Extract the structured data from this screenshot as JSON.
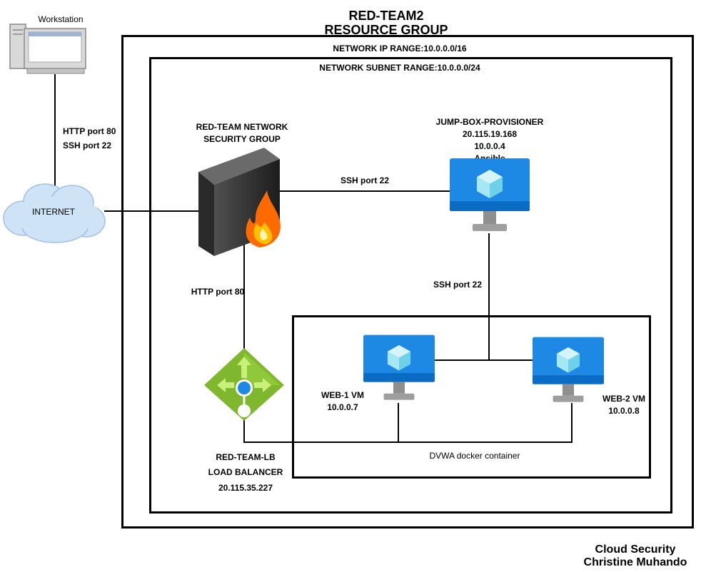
{
  "diagram": {
    "title_line1": "RED-TEAM2",
    "title_line2": "RESOURCE GROUP",
    "network_ip_range": "NETWORK IP RANGE:10.0.0.0/16",
    "network_subnet_range": "NETWORK SUBNET RANGE:10.0.0.0/24",
    "workstation": "Workstation",
    "internet": "INTERNET",
    "workstation_link": {
      "http": "HTTP  port 80",
      "ssh": "SSH port 22"
    },
    "nsg": {
      "line1": "RED-TEAM NETWORK",
      "line2": "SECURITY GROUP"
    },
    "nsg_to_jumpbox": "SSH port 22",
    "nsg_to_lb": "HTTP port 80",
    "jumpbox": {
      "name": "JUMP-BOX-PROVISIONER",
      "public_ip": "20.115.19.168",
      "private_ip": "10.0.0.4",
      "tool": "Ansible"
    },
    "jumpbox_to_web": "SSH port 22",
    "web1": {
      "name": "WEB-1 VM",
      "ip": "10.0.0.7"
    },
    "web2": {
      "name": "WEB-2 VM",
      "ip": "10.0.0.8"
    },
    "container": "DVWA docker container",
    "lb": {
      "name": "RED-TEAM-LB",
      "type": "LOAD BALANCER",
      "ip": "20.115.35.227"
    },
    "footer_line1": "Cloud Security",
    "footer_line2": "Christine Muhando"
  },
  "colors": {
    "vm_blue": "#1e88e5",
    "vm_blue_dark": "#0b6cc4",
    "cube_light": "#a6e7f5",
    "cloud_blue": "#cfe3f7",
    "lb_green": "#7fb82f",
    "fire_orange": "#ff6a00"
  },
  "icons": {
    "workstation": "workstation-icon",
    "internet": "cloud-icon",
    "firewall": "firewall-icon",
    "vm": "virtual-machine-icon",
    "load_balancer": "load-balancer-icon"
  }
}
